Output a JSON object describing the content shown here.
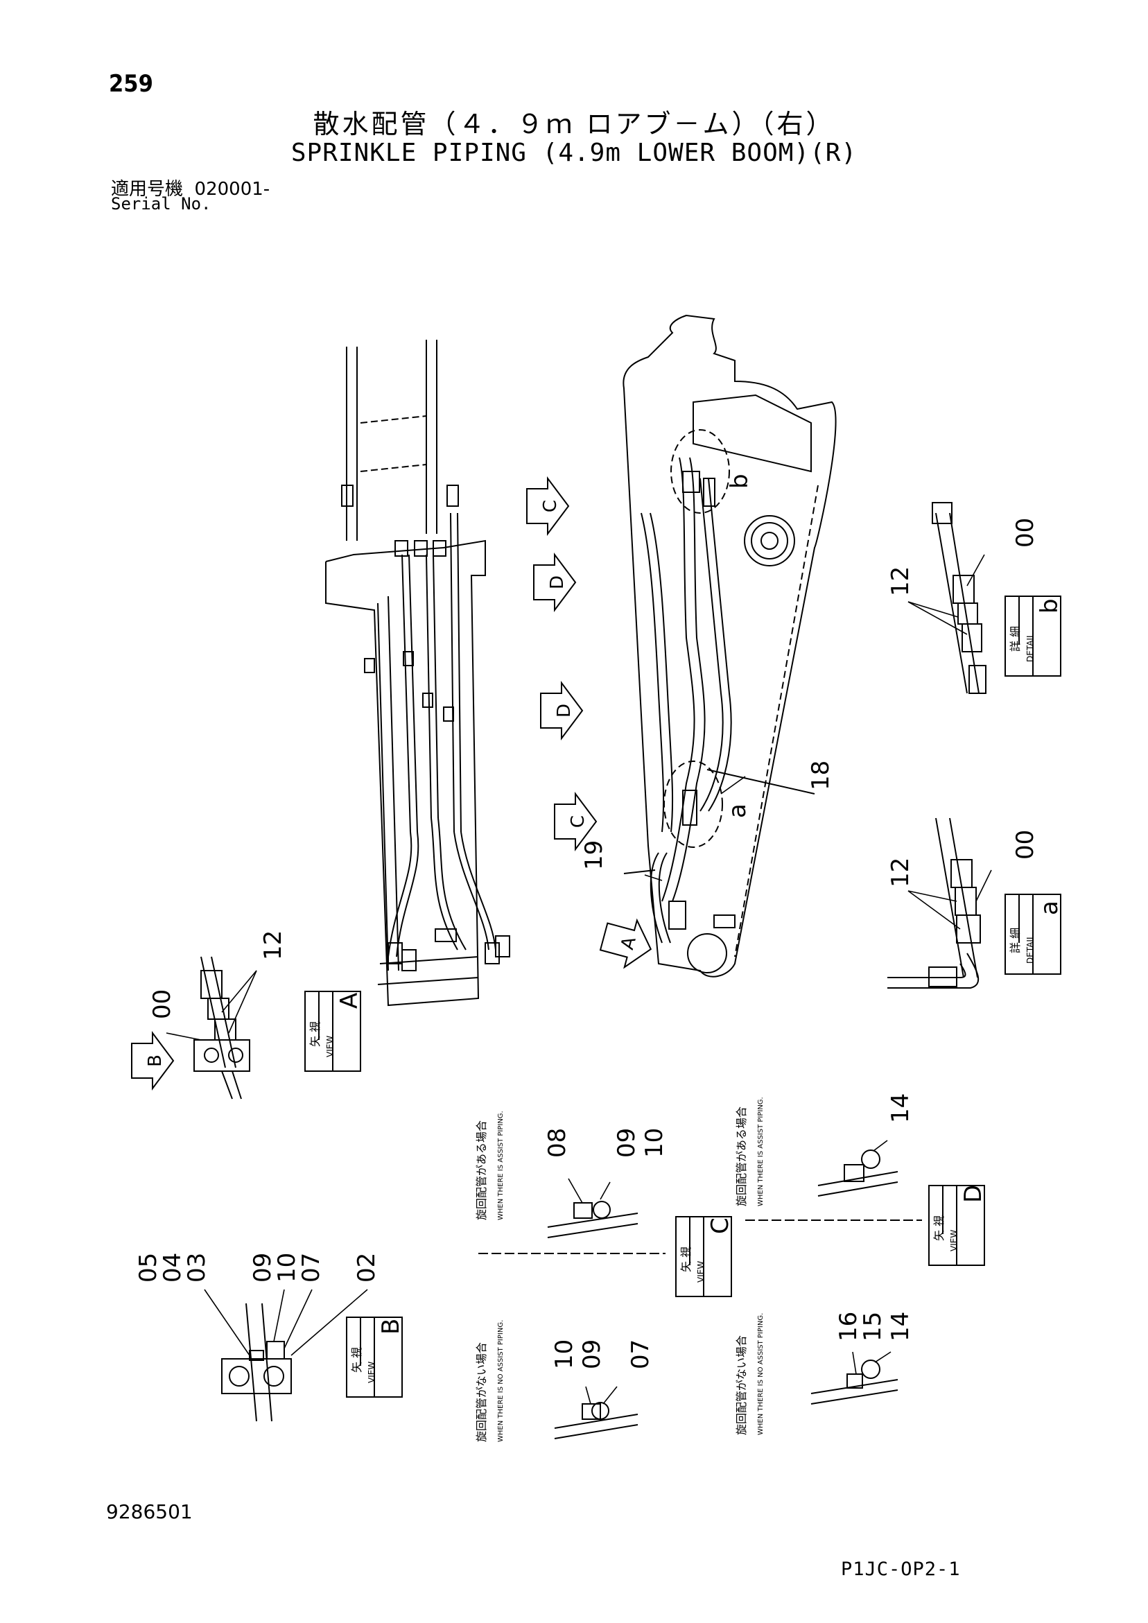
{
  "page_number": "259",
  "title_jp": "散水配管（４．９ｍ ロアブ－ム）（右）",
  "title_en": "SPRINKLE PIPING (4.9m LOWER BOOM)(R)",
  "serial_label_jp": "適用号機",
  "serial_value": "020001-",
  "serial_label_en": "Serial No.",
  "drawing_number": "9286501",
  "page_code": "P1JC-OP2-1",
  "view_arrows": [
    "C",
    "D",
    "D",
    "C",
    "A",
    "B"
  ],
  "views": {
    "view_label_jp": "矢 視",
    "view_label_en": "VIEW",
    "detail_label_jp": "詳 細",
    "detail_label_en": "DETAIL",
    "view_a": "A",
    "view_b": "B",
    "view_c": "C",
    "view_d": "D",
    "detail_a": "a",
    "detail_b": "b"
  },
  "callouts": {
    "main_18": "18",
    "main_19": "19",
    "detail_a_00": "00",
    "detail_a_12": "12",
    "detail_b_00": "00",
    "detail_b_12": "12",
    "view_a_00": "00",
    "view_a_12": "12",
    "view_b_05": "05",
    "view_b_04": "04",
    "view_b_03": "03",
    "view_b_09": "09",
    "view_b_10": "10",
    "view_b_07": "07",
    "view_b_02": "02",
    "view_c_08": "08",
    "view_c_09": "09",
    "view_c_10": "10",
    "view_c_lower_10": "10",
    "view_c_lower_09": "09",
    "view_c_lower_07": "07",
    "view_d_14": "14",
    "view_d_lower_16": "16",
    "view_d_lower_15": "15",
    "view_d_lower_14": "14"
  },
  "notes": {
    "assist_jp": "旋回配管がある場合",
    "assist_en": "WHEN THERE IS ASSIST PIPING.",
    "no_assist_jp": "旋回配管がない場合",
    "no_assist_en": "WHEN THERE IS NO ASSIST PIPING."
  },
  "colors": {
    "line": "#000000",
    "background": "#ffffff"
  }
}
